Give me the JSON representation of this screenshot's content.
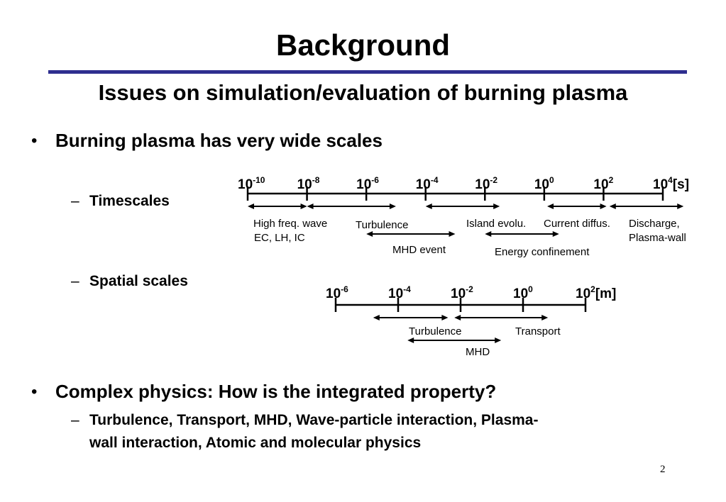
{
  "slide": {
    "title": "Background",
    "subtitle": "Issues on simulation/evaluation of burning plasma",
    "bullet1": "Burning plasma has very wide scales",
    "sub_timescales": "Timescales",
    "sub_spatial": "Spatial scales",
    "bullet2": "Complex physics: How is the integrated property?",
    "sub_physics_line1": "Turbulence, Transport, MHD, Wave-particle interaction, Plasma-",
    "sub_physics_line2": "wall interaction, Atomic and molecular physics",
    "page_number": "2",
    "bullet_symbol": "•",
    "dash_symbol": "–"
  },
  "colors": {
    "rule": "#2e2e8f",
    "text": "#000000"
  },
  "timescale_axis": {
    "unit": "[s]",
    "ticks": [
      {
        "base": "10",
        "exp": "-10"
      },
      {
        "base": "10",
        "exp": "-8"
      },
      {
        "base": "10",
        "exp": "-6"
      },
      {
        "base": "10",
        "exp": "-4"
      },
      {
        "base": "10",
        "exp": "-2"
      },
      {
        "base": "10",
        "exp": "0"
      },
      {
        "base": "10",
        "exp": "2"
      },
      {
        "base": "10",
        "exp": "4"
      }
    ],
    "ranges": [
      {
        "label": "High freq. wave",
        "label2": "EC, LH, IC",
        "from": -10,
        "to": -8
      },
      {
        "label": "Turbulence",
        "from": -8,
        "to": -5
      },
      {
        "label": "MHD event",
        "from": -6,
        "to": -3
      },
      {
        "label": "Island evolu.",
        "from": -4,
        "to": -1.5
      },
      {
        "label": "Energy confinement",
        "from": -2,
        "to": 0.5
      },
      {
        "label": "Current diffus.",
        "from": 0.1,
        "to": 2.1
      },
      {
        "label": "Discharge,",
        "label2": "Plasma-wall",
        "from": 2.2,
        "to": 4.7
      }
    ]
  },
  "spatial_axis": {
    "unit": "[m]",
    "ticks": [
      {
        "base": "10",
        "exp": "-6"
      },
      {
        "base": "10",
        "exp": "-4"
      },
      {
        "base": "10",
        "exp": "-2"
      },
      {
        "base": "10",
        "exp": "0"
      },
      {
        "base": "10",
        "exp": "2"
      }
    ],
    "ranges": [
      {
        "label": "Turbulence",
        "from": -4.8,
        "to": -2.4
      },
      {
        "label": "Transport",
        "from": -2.2,
        "to": 0.8
      },
      {
        "label": "MHD",
        "from": -3.7,
        "to": -0.7
      }
    ]
  }
}
